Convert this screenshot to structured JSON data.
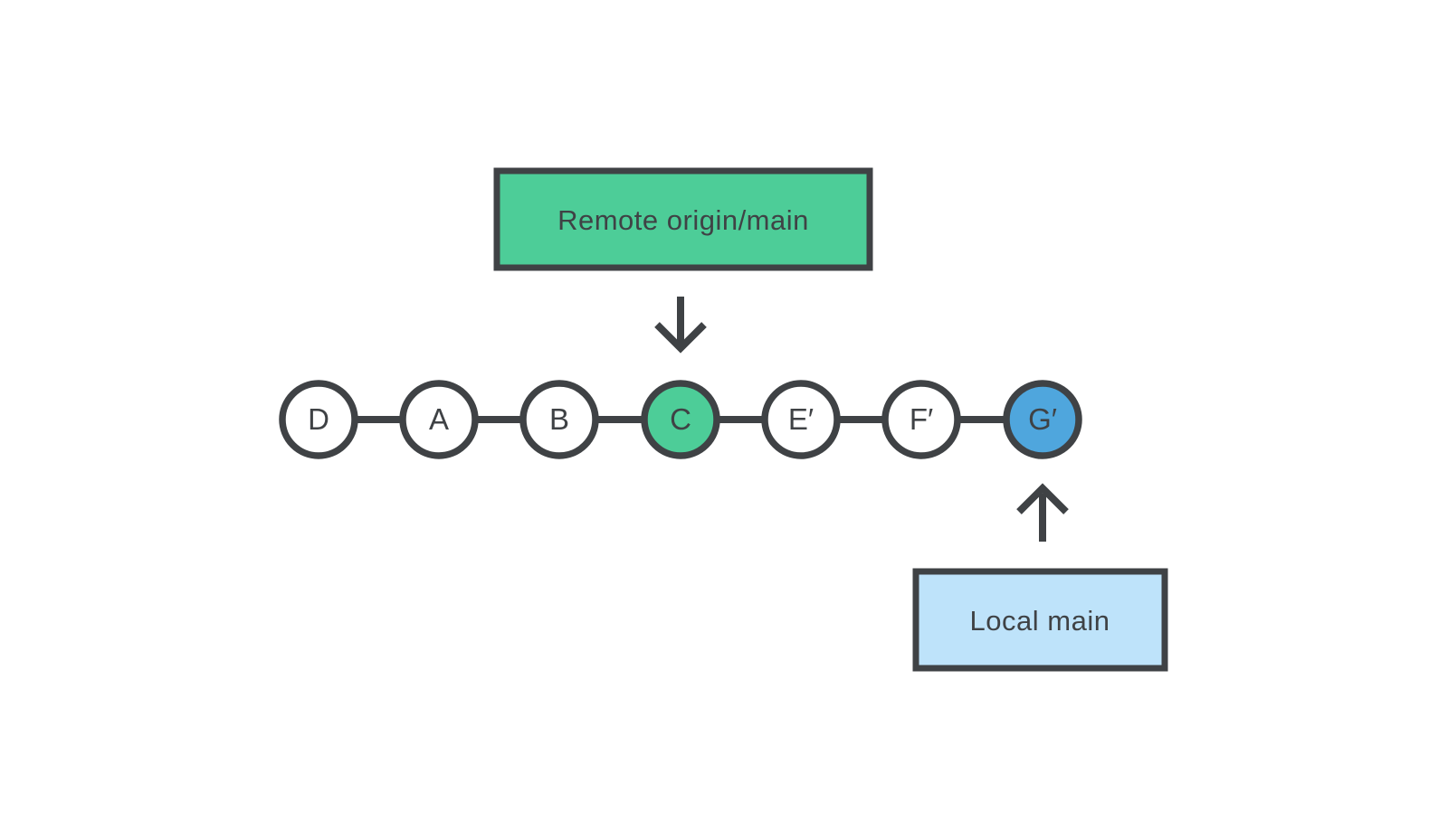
{
  "diagram": {
    "type": "git-commit-graph",
    "remote_branch_label": "Remote origin/main",
    "local_branch_label": "Local main"
  },
  "commits": [
    {
      "label": "D",
      "fill": "#ffffff",
      "role": "commit"
    },
    {
      "label": "A",
      "fill": "#ffffff",
      "role": "commit"
    },
    {
      "label": "B",
      "fill": "#ffffff",
      "role": "commit"
    },
    {
      "label": "C",
      "fill": "#4dcd98",
      "role": "remote-head"
    },
    {
      "label": "E′",
      "fill": "#ffffff",
      "role": "commit"
    },
    {
      "label": "F′",
      "fill": "#ffffff",
      "role": "commit"
    },
    {
      "label": "G′",
      "fill": "#4fa6dd",
      "role": "local-head"
    }
  ],
  "icons": {
    "remote_pointer": "arrow-down-icon",
    "local_pointer": "arrow-up-icon"
  },
  "colors": {
    "stroke_dark": "#3f4245",
    "text_dark": "#3f4245",
    "green": "#4dcd98",
    "blue": "#4fa6dd",
    "light_blue": "#bee3fa",
    "white": "#ffffff",
    "background": "#ffffff"
  }
}
